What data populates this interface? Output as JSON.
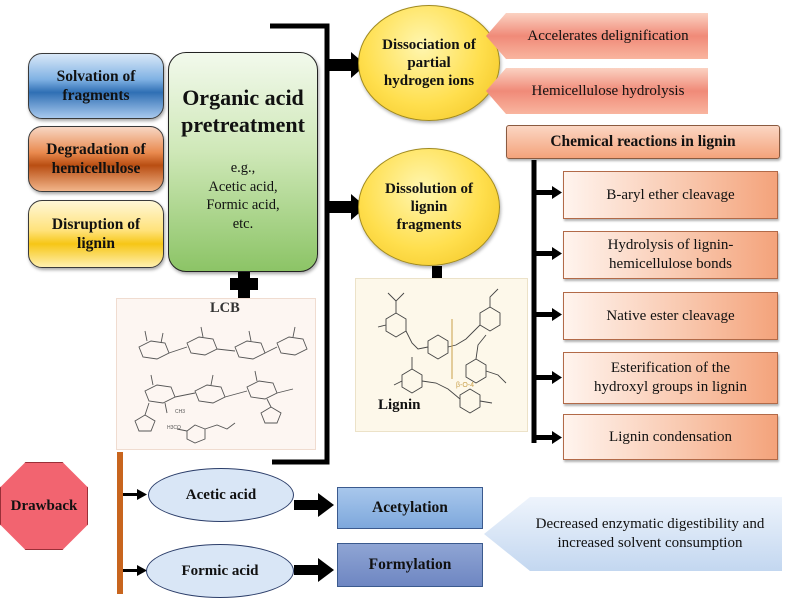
{
  "left_boxes": {
    "solvation": "Solvation of\nfragments",
    "degradation": "Degradation of\nhemicellulose",
    "disruption": "Disruption of\nlignin"
  },
  "center": {
    "title": "Organic acid\npretreatment",
    "examples": "e.g.,\nAcetic acid,\nFormic acid,\netc."
  },
  "circles": {
    "dissociation": "Dissociation of\npartial\nhydrogen ions",
    "dissolution": "Dissolution of\nlignin\nfragments"
  },
  "effects": {
    "delignification": "Accelerates delignification",
    "hemicellulose": "Hemicellulose hydrolysis"
  },
  "chemical_reactions": {
    "header": "Chemical reactions in lignin",
    "items": [
      "B-aryl ether cleavage",
      "Hydrolysis of lignin-\nhemicellulose bonds",
      "Native ester cleavage",
      "Esterification of the\nhydroxyl groups in lignin",
      "Lignin condensation"
    ]
  },
  "lcb": {
    "label": "LCB"
  },
  "lignin": {
    "label": "Lignin",
    "bond_label": "β-O-4"
  },
  "drawback": {
    "label": "Drawback",
    "acetic": "Acetic acid",
    "formic": "Formic acid",
    "acetylation": "Acetylation",
    "formylation": "Formylation",
    "consequence": "Decreased enzymatic digestibility and\nincreased solvent consumption"
  },
  "colors": {
    "connector": "#000000",
    "drawback_bar": "#c8651e"
  }
}
